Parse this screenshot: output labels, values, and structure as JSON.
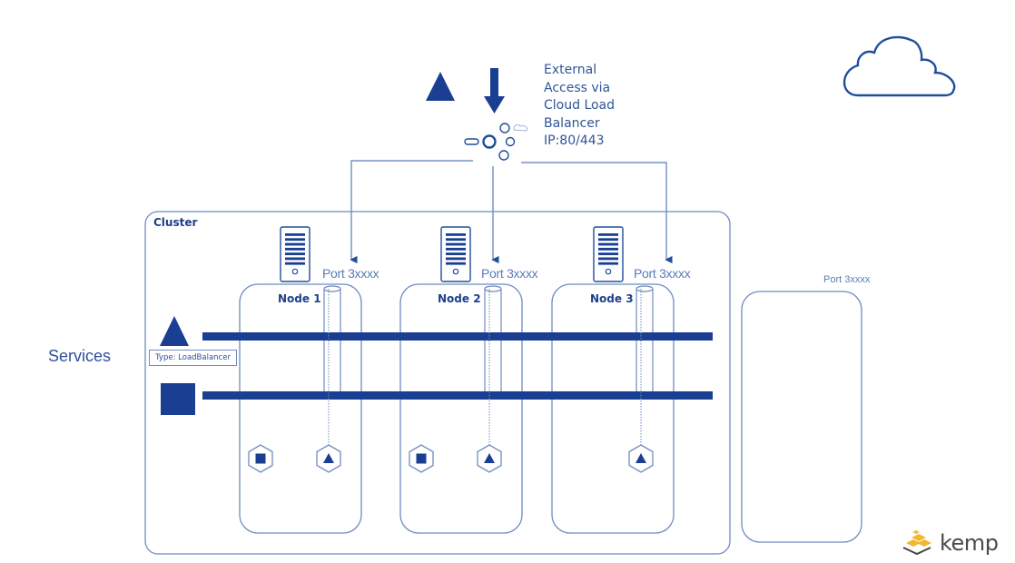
{
  "external_access": {
    "lines": [
      "External",
      "Access via",
      "Cloud Load",
      "Balancer",
      "IP:80/443"
    ]
  },
  "cluster": {
    "label": "Cluster",
    "nodes": [
      {
        "label": "Node 1",
        "port": "Port 3xxxx",
        "pods": [
          "square",
          "triangle"
        ]
      },
      {
        "label": "Node 2",
        "port": "Port 3xxxx",
        "pods": [
          "square",
          "triangle"
        ]
      },
      {
        "label": "Node 3",
        "port": "Port 3xxxx",
        "pods": [
          "triangle"
        ]
      }
    ]
  },
  "external_node": {
    "port": "Port 3xxxx"
  },
  "services": {
    "label": "Services",
    "items": [
      {
        "shape": "triangle",
        "type_label": "Type: LoadBalancer"
      },
      {
        "shape": "square"
      }
    ]
  },
  "icons": [
    "triangle-service-icon",
    "down-arrow-icon",
    "load-balancer-icon",
    "cloud-icon",
    "server-icon",
    "pod-hexagon-icon",
    "kemp-logo-icon"
  ],
  "brand": {
    "name": "kemp"
  },
  "colors": {
    "primary": "#1a3e92",
    "line": "#6f8cc0",
    "text": "#2f5597",
    "logo": "#f2b731"
  }
}
